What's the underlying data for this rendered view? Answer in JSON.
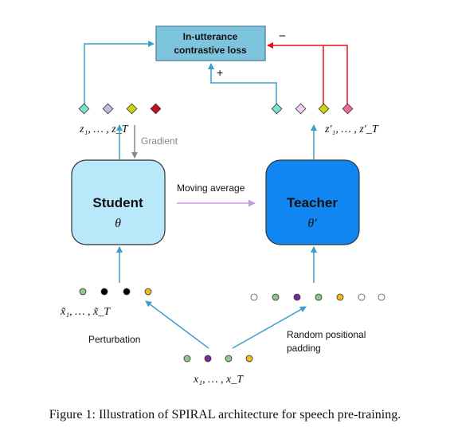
{
  "loss": {
    "line1": "In-utterance",
    "line2": "contrastive loss",
    "minus": "−",
    "plus": "+"
  },
  "student": {
    "title": "Student",
    "param": "θ"
  },
  "teacher": {
    "title": "Teacher",
    "param": "θ′"
  },
  "labels": {
    "gradient": "Gradient",
    "moving_average": "Moving average",
    "perturbation": "Perturbation",
    "random_pad_1": "Random positional",
    "random_pad_2": "padding"
  },
  "math": {
    "z_student": "z₁, … , z_T",
    "z_teacher": "z′₁, … , z′_T",
    "x_tilde": "x̃₁, … , x̃_T",
    "x": "x₁, … , x_T"
  },
  "caption": "Figure 1: Illustration of SPIRAL architecture for speech pre-training.",
  "colors": {
    "blue_arrow": "#3aa0c8",
    "red_arrow": "#e8101a",
    "loss_fill": "#7ec4dc",
    "student_fill": "#b8e8fa",
    "teacher_fill": "#0f86f2",
    "purple_arrow": "#c79ae8",
    "gray_arrow": "#888888"
  }
}
